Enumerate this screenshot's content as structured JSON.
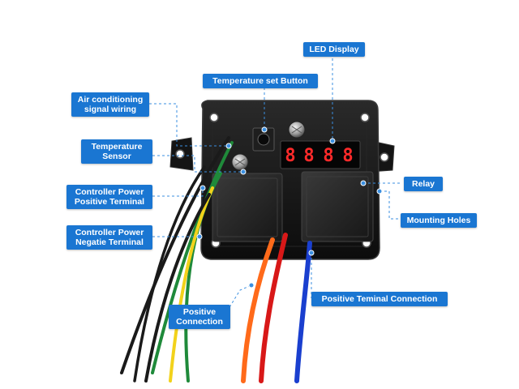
{
  "labels": {
    "led_display": "LED Display",
    "temperature_set_button": "Temperature set Button",
    "air_conditioning": "Air conditioning\nsignal wiring",
    "temperature_sensor": "Temperature\nSensor",
    "controller_power_positive": "Controller Power\nPositive Terminal",
    "controller_power_negative": "Controller Power\nNegatie Terminal",
    "relay": "Relay",
    "mounting_holes": "Mounting Holes",
    "positive_terminal_connection": "Positive Teminal Connection",
    "positive_connection": "Positive\nConnection"
  },
  "led_digits": [
    "8",
    "8",
    "8",
    "8"
  ],
  "colors": {
    "label_bg": "#1a76d2",
    "label_text": "#ffffff",
    "leader_line": "#3b8fe0",
    "board": "#161616",
    "relay": "#2a2a2a",
    "led_segment": "#ff2a2a",
    "wire_black": "#1a1a1a",
    "wire_green": "#1f8a3a",
    "wire_yellow": "#f2d21b",
    "wire_orange": "#ff6a1a",
    "wire_red": "#d81818",
    "wire_blue": "#1a3fcf"
  }
}
